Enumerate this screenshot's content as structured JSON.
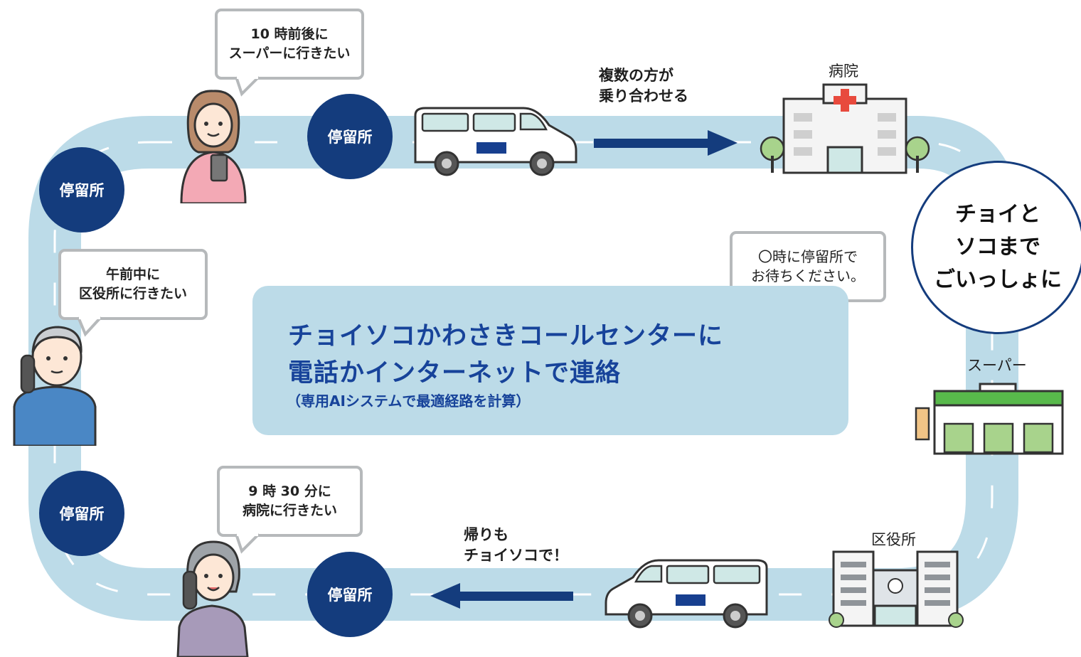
{
  "stop_label": "停留所",
  "bubbles": {
    "woman_top": [
      "10 時前後に",
      "スーパーに行きたい"
    ],
    "man_left": [
      "午前中に",
      "区役所に行きたい"
    ],
    "woman_bottom": [
      "9 時 30 分に",
      "病院に行きたい"
    ],
    "operator": [
      "〇時に停留所で",
      "お待ちください。"
    ]
  },
  "captions": {
    "shared_ride": [
      "複数の方が",
      "乗り合わせる"
    ],
    "return_trip": [
      "帰りも",
      "チョイソコで！"
    ]
  },
  "destinations": {
    "hospital": "病院",
    "supermarket": "スーパー",
    "ward_office": "区役所"
  },
  "center_panel": {
    "line1": "チョイソコかわさきコールセンターに",
    "line2": "電話かインターネットで連絡",
    "line3": "（専用AIシステムで最適経路を計算）"
  },
  "badge": [
    "チョイと",
    "ソコまで",
    "ごいっしょに"
  ],
  "colors": {
    "road": "#bcdbe8",
    "stop": "#143c7d",
    "text_blue": "#17439a",
    "hospital_cross": "#e84a3d",
    "supermarket_green": "#58b94b"
  }
}
